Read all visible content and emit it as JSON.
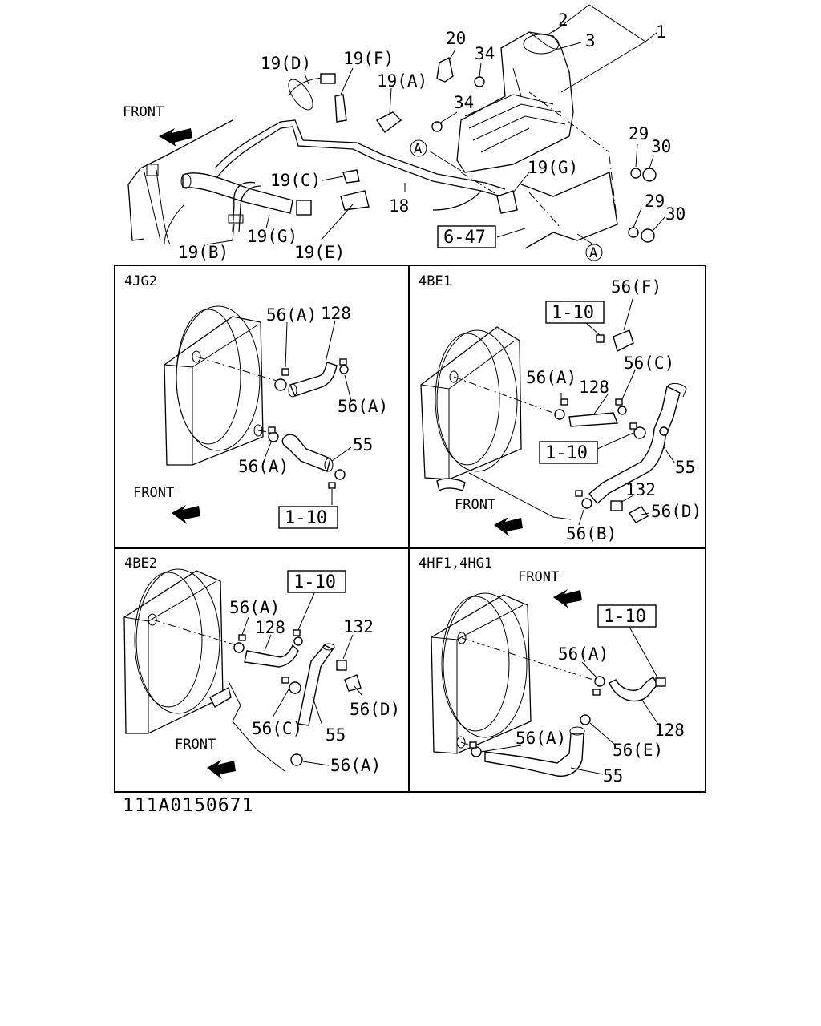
{
  "diagram_code": "111A0150671",
  "top_section": {
    "front_label": "FRONT",
    "callouts": {
      "c1": "1",
      "c2": "2",
      "c3": "3",
      "c20": "20",
      "c34a": "34",
      "c34b": "34",
      "c19d": "19(D)",
      "c19f": "19(F)",
      "c19a": "19(A)",
      "c19c": "19(C)",
      "c19g_top": "19(G)",
      "c19g_bottom": "19(G)",
      "c19b": "19(B)",
      "c19e": "19(E)",
      "c18": "18",
      "c29a": "29",
      "c30a": "30",
      "c29b": "29",
      "c30b": "30",
      "marker_a1": "A",
      "marker_a2": "A",
      "ref_box": "6-47"
    }
  },
  "panels": [
    {
      "engine": "4JG2",
      "front_label": "FRONT",
      "callouts": [
        "56(A)",
        "128",
        "56(A)",
        "56(A)",
        "55"
      ],
      "ref_box": "1-10"
    },
    {
      "engine": "4BE1",
      "front_label": "FRONT",
      "callouts": [
        "56(F)",
        "56(A)",
        "128",
        "56(C)",
        "55",
        "132",
        "56(D)",
        "56(B)"
      ],
      "ref_boxes": [
        "1-10",
        "1-10"
      ]
    },
    {
      "engine": "4BE2",
      "front_label": "FRONT",
      "callouts": [
        "56(A)",
        "128",
        "132",
        "56(D)",
        "56(C)",
        "55",
        "56(A)"
      ],
      "ref_box": "1-10"
    },
    {
      "engine": "4HF1,4HG1",
      "front_label": "FRONT",
      "callouts": [
        "56(A)",
        "128",
        "56(A)",
        "56(E)",
        "55"
      ],
      "ref_box": "1-10"
    }
  ]
}
